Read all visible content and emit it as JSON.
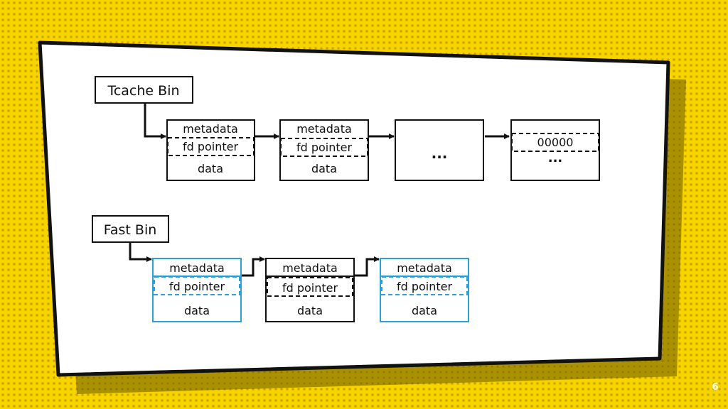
{
  "tcache": {
    "label": "Tcache Bin",
    "chunks": [
      {
        "metadata": "metadata",
        "pointer": "fd pointer",
        "data": "data"
      },
      {
        "metadata": "metadata",
        "pointer": "fd pointer",
        "data": "data"
      },
      {
        "ellipsis": "..."
      },
      {
        "pointer": "00000",
        "ellipsis": "..."
      }
    ]
  },
  "fastbin": {
    "label": "Fast Bin",
    "chunks": [
      {
        "metadata": "metadata",
        "pointer": "fd pointer",
        "data": "data",
        "color": "#2a9fd8"
      },
      {
        "metadata": "metadata",
        "pointer": "fd pointer",
        "data": "data",
        "color": "#111111"
      },
      {
        "metadata": "metadata",
        "pointer": "fd pointer",
        "data": "data",
        "color": "#2a9fd8"
      }
    ]
  },
  "colors": {
    "background": "#f7d400",
    "card": "#ffffff",
    "outline": "#111111",
    "accent": "#2a9fd8"
  },
  "slide_number": "6"
}
